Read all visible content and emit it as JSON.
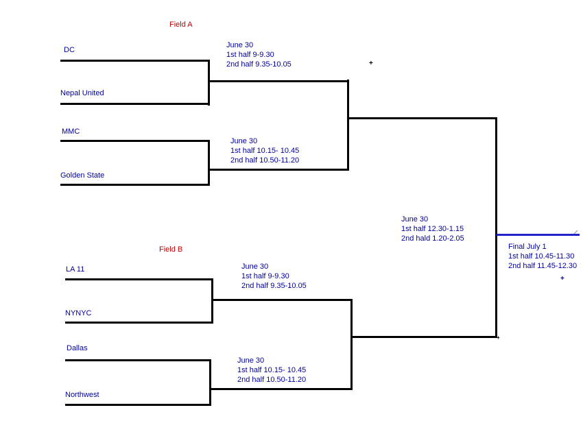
{
  "colors": {
    "team_text": "#000099",
    "schedule_text": "#000099",
    "field_label_text": "#C00000",
    "bracket_line": "#000000",
    "final_line": "#2222CC"
  },
  "field_a": {
    "label": "Field A",
    "match1": {
      "team1": "DC",
      "team2": "Nepal United",
      "schedule": [
        "June 30",
        "1st half 9-9.30",
        "2nd half 9.35-10.05"
      ]
    },
    "match2": {
      "team1": "MMC",
      "team2": "Golden State",
      "schedule": [
        "June 30",
        "1st half 10.15- 10.45",
        "2nd half 10.50-11.20"
      ]
    }
  },
  "field_b": {
    "label": "Field B",
    "match1": {
      "team1": "LA 11",
      "team2": "NYNYC",
      "schedule": [
        "June 30",
        "1st half 9-9.30",
        "2nd half 9.35-10.05"
      ]
    },
    "match2": {
      "team1": "Dallas",
      "team2": "Northwest",
      "schedule": [
        "June 30",
        "1st half 10.15- 10.45",
        "2nd half 10.50-11.20"
      ]
    }
  },
  "semifinal": {
    "schedule": [
      "June 30",
      "1st half 12.30-1.15",
      "2nd hald 1.20-2.05"
    ]
  },
  "final": {
    "schedule": [
      "Final July 1",
      "1st half 10.45-11.30",
      "2nd half 11.45-12.30"
    ]
  },
  "markers": {
    "plus": "+"
  }
}
